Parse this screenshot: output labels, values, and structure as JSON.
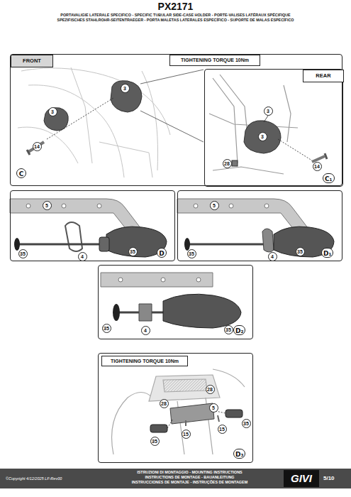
{
  "diagram": {
    "title": "PX2171",
    "nodes": [
      {
        "text": [
          "C"
        ]
      },
      {
        "text": [
          "FRONT"
        ],
        "in": 0
      },
      {
        "text": [
          "TIGHTENING TORQUE 10Nm"
        ],
        "in": 0
      },
      {
        "text": [
          "C₁"
        ],
        "in": 0
      },
      {
        "text": [
          "REAR"
        ],
        "in": 3
      },
      {
        "text": [
          "D"
        ]
      },
      {
        "text": [
          "D₁"
        ]
      },
      {
        "text": [
          "D₂"
        ]
      },
      {
        "text": [
          "D₃"
        ]
      },
      {
        "text": [
          "TIGHTENING TORQUE 10Nm"
        ],
        "in": 8
      }
    ],
    "labels": [
      "PORTAVALIGIE LATERALE SPECIFICO - SPECIFIC TUBULAR SIDE-CASE HOLDER - PORTE-VALISES LATÉRAUX SPÉCIFIQUE",
      "SPEZIFISCHES STAHLROHR-SEITENTRAEGER - PORTA MALETAS LATERALES ESPECÍFICO - SUPORTE DE MALAS ESPECÍFICO",
      "3",
      "3",
      "14",
      "3",
      "3",
      "28",
      "14",
      "5",
      "35",
      "4",
      "35",
      "5",
      "35",
      "4",
      "35",
      "35",
      "4",
      "35",
      "28",
      "28",
      "5",
      "35",
      "35",
      "15",
      "15",
      "©Copyright 4/12/2025 LF-Rev00",
      "ISTRUZIONI DI MONTAGGIO - MOUNTING INSTRUCTIONS",
      "INSTRUCTIONS DE MONTAGE - BAUANLEITUNG",
      "INSTRUCCIONES DE MONTAJE - INSTRUÇÕES DE MONTAGEM",
      "GIVI",
      "5/10"
    ]
  }
}
